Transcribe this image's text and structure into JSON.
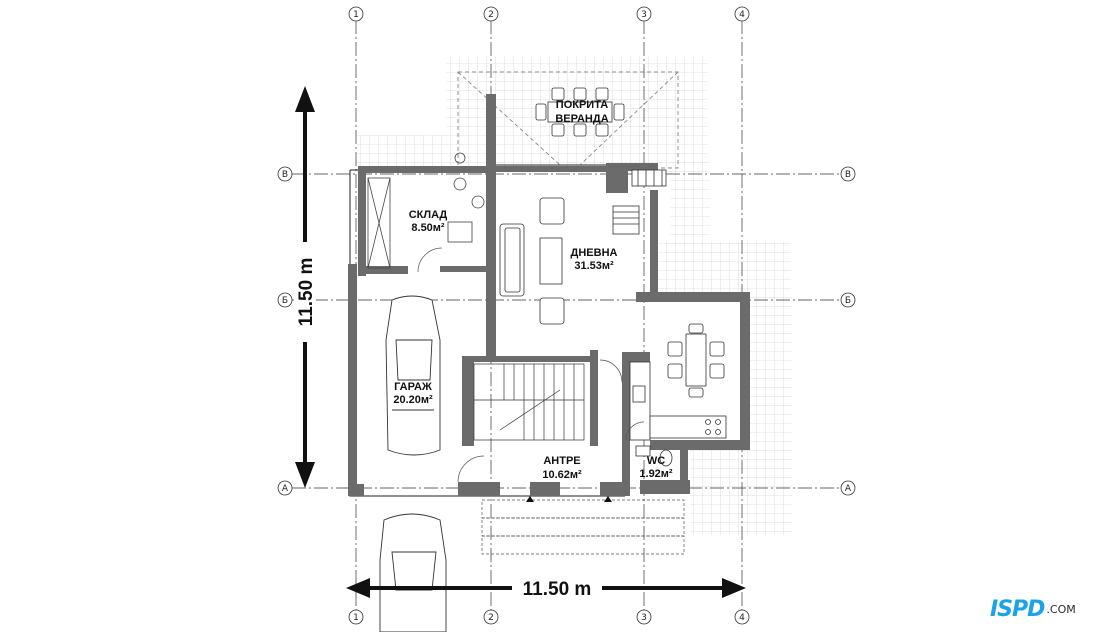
{
  "rooms": {
    "veranda_line1": "ПОКРИТА",
    "veranda_line2": "ВЕРАНДА",
    "storage_name": "СКЛАД",
    "storage_area": "8.50м²",
    "living_name": "ДНЕВНА",
    "living_area": "31.53м²",
    "garage_name": "ГАРАЖ",
    "garage_area": "20.20м²",
    "hall_name": "АНТРЕ",
    "hall_area": "10.62м²",
    "wc_name": "WC",
    "wc_area": "1.92м²"
  },
  "dimensions": {
    "width": "11.50 m",
    "height": "11.50 m"
  },
  "axes": {
    "top": [
      "1",
      "2",
      "3",
      "4"
    ],
    "bottom": [
      "1",
      "2",
      "3",
      "4"
    ],
    "left": [
      "В",
      "Б",
      "А"
    ],
    "right": [
      "В",
      "Б",
      "А"
    ]
  },
  "logo": {
    "mark": "ISPD",
    "domain": ".COM",
    "accent_color": "#1aa3e8"
  },
  "colors": {
    "wall": "#6b6b6b",
    "wall_dark": "#4a4a4a",
    "tile_grid": "#d9d9d9",
    "line": "#222222"
  }
}
